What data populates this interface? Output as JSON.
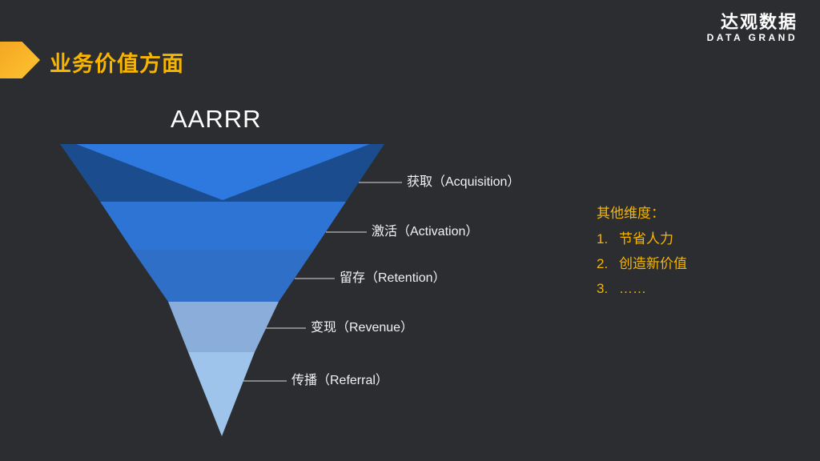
{
  "slide": {
    "background_color": "#2b2d31",
    "accent_color": "#f7b500"
  },
  "header": {
    "title": "业务价值方面",
    "logo_cn": "达观数据",
    "logo_en": "DATA GRAND"
  },
  "funnel": {
    "title": "AARRR",
    "stages": [
      {
        "label": "获取（Acquisition）"
      },
      {
        "label": "激活（Activation）"
      },
      {
        "label": "留存（Retention）"
      },
      {
        "label": "变现（Revenue）"
      },
      {
        "label": "传播（Referral）"
      }
    ],
    "colors": {
      "band1": "#1b4d8e",
      "band1_highlight": "#2e79e0",
      "band2": "#2e74d4",
      "band3": "#2f6fc7",
      "band4": "#8aadd9",
      "band5": "#9ec4ec",
      "leader_line": "#d9d9d9"
    }
  },
  "notes": {
    "heading": "其他维度：",
    "items": [
      {
        "num": "1.",
        "text": "节省人力"
      },
      {
        "num": "2.",
        "text": "创造新价值"
      },
      {
        "num": "3.",
        "text": "……"
      }
    ]
  }
}
